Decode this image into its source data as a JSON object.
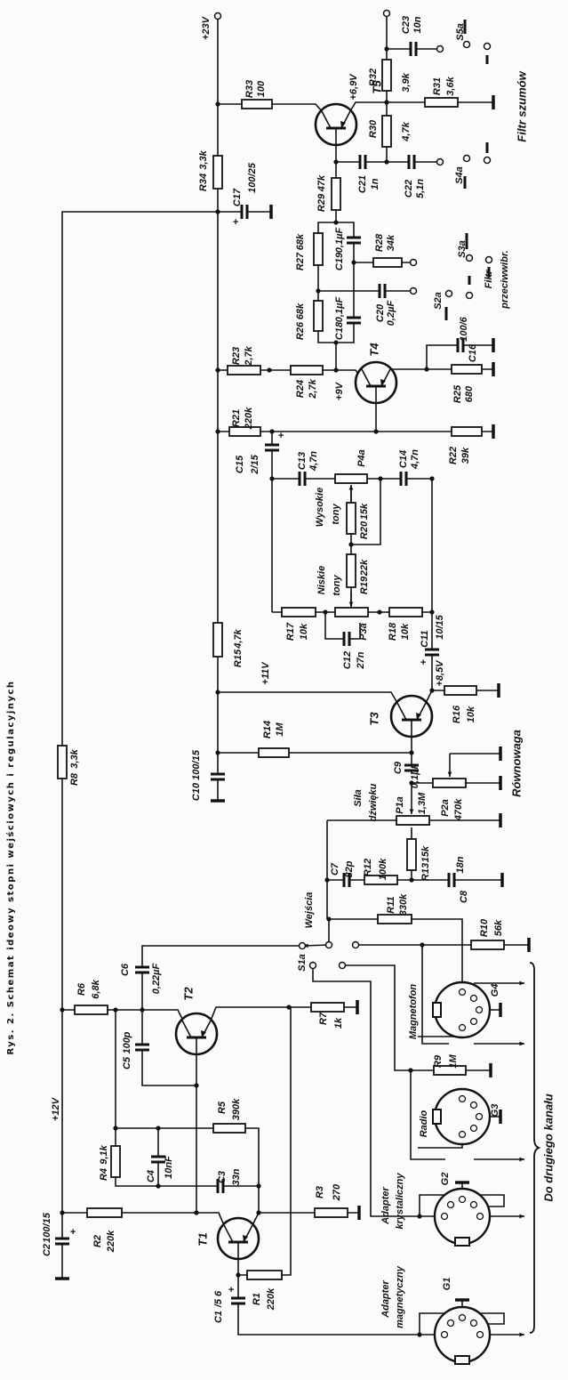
{
  "caption": "Rys. 2. Schemat ideowy stopni wejściowych i regulacyjnych",
  "voltages": {
    "v23": "+23V",
    "v12": "+12V",
    "v11": "+11V",
    "v9": "+9V",
    "v8_5": "+8,5V",
    "v6_9": "+6,9V"
  },
  "resistors": {
    "R1": {
      "ref": "R1",
      "value": "220k"
    },
    "R2": {
      "ref": "R2",
      "value": "220k"
    },
    "R3": {
      "ref": "R3",
      "value": "270"
    },
    "R4": {
      "ref": "R4",
      "value": "9,1k"
    },
    "R5": {
      "ref": "R5",
      "value": "390k"
    },
    "R6": {
      "ref": "R6",
      "value": "6,8k"
    },
    "R7": {
      "ref": "R7",
      "value": "1k"
    },
    "R8": {
      "ref": "R8",
      "value": "3,3k"
    },
    "R9": {
      "ref": "R9",
      "value": "1M"
    },
    "R10": {
      "ref": "R10",
      "value": "56k"
    },
    "R11": {
      "ref": "R11",
      "value": "330k"
    },
    "R12": {
      "ref": "R12",
      "value": "100k"
    },
    "R13": {
      "ref": "R13",
      "value": "15k"
    },
    "R14": {
      "ref": "R14",
      "value": "1M"
    },
    "R15": {
      "ref": "R15",
      "value": "4,7k"
    },
    "R16": {
      "ref": "R16",
      "value": "10k"
    },
    "R17": {
      "ref": "R17",
      "value": "10k"
    },
    "R18": {
      "ref": "R18",
      "value": "10k"
    },
    "R19": {
      "ref": "R19",
      "value": "22k"
    },
    "R20": {
      "ref": "R20",
      "value": "15k"
    },
    "R21": {
      "ref": "R21",
      "value": "220k"
    },
    "R22": {
      "ref": "R22",
      "value": "39k"
    },
    "R23": {
      "ref": "R23",
      "value": "2,7k"
    },
    "R24": {
      "ref": "R24",
      "value": "2,7k"
    },
    "R25": {
      "ref": "R25",
      "value": "680"
    },
    "R26": {
      "ref": "R26",
      "value": "68k"
    },
    "R27": {
      "ref": "R27",
      "value": "68k"
    },
    "R28": {
      "ref": "R28",
      "value": "34k"
    },
    "R29": {
      "ref": "R29",
      "value": "47k"
    },
    "R30": {
      "ref": "R30",
      "value": "4,7k"
    },
    "R31": {
      "ref": "R31",
      "value": "3,6k"
    },
    "R32": {
      "ref": "R32",
      "value": "3,9k"
    },
    "R33": {
      "ref": "R33",
      "value": "100"
    },
    "R34": {
      "ref": "R34",
      "value": "3,3k"
    }
  },
  "capacitors": {
    "C1": {
      "ref": "C1",
      "value": "/5 6"
    },
    "C2": {
      "ref": "C2",
      "value": "100/15"
    },
    "C3": {
      "ref": "C3",
      "value": "33n"
    },
    "C4": {
      "ref": "C4",
      "value": "10nF"
    },
    "C5": {
      "ref": "C5",
      "value": "100p"
    },
    "C6": {
      "ref": "C6",
      "value": "0,22µF"
    },
    "C7": {
      "ref": "C7",
      "value": "82p"
    },
    "C8": {
      "ref": "C8",
      "value": "18n"
    },
    "C9": {
      "ref": "C9",
      "value": "0,1µF"
    },
    "C10": {
      "ref": "C10",
      "value": "100/15"
    },
    "C11": {
      "ref": "C11",
      "value": "10/15"
    },
    "C12": {
      "ref": "C12",
      "value": "27n"
    },
    "C13": {
      "ref": "C13",
      "value": "4,7n"
    },
    "C14": {
      "ref": "C14",
      "value": "4,7n"
    },
    "C15": {
      "ref": "C15",
      "value": "2/15"
    },
    "C16": {
      "ref": "C16",
      "value": "100/6"
    },
    "C17": {
      "ref": "C17",
      "value": "100/25"
    },
    "C18": {
      "ref": "C18",
      "value": "0,1µF"
    },
    "C19": {
      "ref": "C19",
      "value": "0,1µF"
    },
    "C20": {
      "ref": "C20",
      "value": "0,2µF"
    },
    "C21": {
      "ref": "C21",
      "value": "1n"
    },
    "C22": {
      "ref": "C22",
      "value": "5,1n"
    },
    "C23": {
      "ref": "C23",
      "value": "10n"
    }
  },
  "potentiometers": {
    "P1a": {
      "ref": "P1a",
      "value": "1,3M"
    },
    "P2a": {
      "ref": "P2a",
      "value": "470k"
    },
    "P3a": {
      "ref": "P3a"
    },
    "P4a": {
      "ref": "P4a"
    }
  },
  "transistors": {
    "T1": "T1",
    "T2": "T2",
    "T3": "T3",
    "T4": "T4",
    "T5": "T5"
  },
  "connectors": {
    "G1": "G1",
    "G2": "G2",
    "G3": "G3",
    "G4": "G4"
  },
  "switches": {
    "S1a": "S1a",
    "S2a": "S2a",
    "S3a": "S3a",
    "S4a": "S4a",
    "S5a": "S5a"
  },
  "annotations": {
    "inputs": "Wejścia",
    "treble": [
      "Wysokie",
      "tony"
    ],
    "bass": [
      "Niskie",
      "tony"
    ],
    "volume": [
      "Siła",
      "dźwięku"
    ],
    "balance": "Równowaga",
    "noise_filter": "Filtr szumów",
    "rumble_filter": [
      "Filtr",
      "przeciwwibr."
    ],
    "adapter_magnetic": [
      "Adapter",
      "magnetyczny"
    ],
    "adapter_crystal": [
      "Adapter",
      "krystaliczny"
    ],
    "radio": "Radio",
    "tape": "Magnetofon",
    "second_channel": "Do drugiego kanału"
  }
}
